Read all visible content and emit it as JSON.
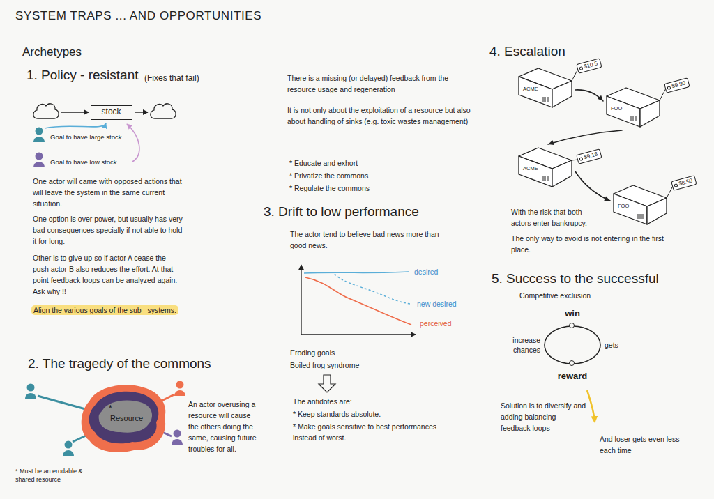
{
  "diagram": {
    "title": "SYSTEM TRAPS ... AND OPPORTUNITIES",
    "nodes": [
      {
        "text": [
          "stock"
        ]
      },
      {
        "text": [
          "*",
          "Resource"
        ]
      },
      {
        "text": [
          "ACME",
          "$10.5"
        ]
      },
      {
        "text": [
          "FOO",
          "$9.90"
        ]
      },
      {
        "text": [
          "ACME",
          "$9.18"
        ]
      },
      {
        "text": [
          "FOO",
          "$8.50"
        ]
      },
      {
        "text": [
          "win"
        ]
      },
      {
        "text": [
          "reward"
        ]
      }
    ],
    "edges": [
      {
        "from": 2,
        "to": 3,
        "arrow": "to"
      },
      {
        "from": 3,
        "to": 4,
        "arrow": "to"
      },
      {
        "from": 4,
        "to": 5,
        "arrow": "to"
      },
      {
        "from": 6,
        "to": 7,
        "label": "gets",
        "arrow": "none"
      },
      {
        "from": 7,
        "to": 6,
        "label": "increase chances",
        "arrow": "none"
      }
    ],
    "labels": [
      "Archetypes",
      "1. Policy - resistant",
      "(Fixes that fail)",
      "Goal to have large stock",
      "Goal to have low stock",
      "One actor will came with opposed actions that will leave the system in the same current situation.",
      "One option is over power, but usually has very bad consequences specially if not able to hold it for long.",
      "Other is to give up so if actor A cease the push actor B also reduces the effort. At that point feedback loops can be analyzed again. Ask why !!",
      "Align the various goals of the sub_ systems.",
      "2. The tragedy of the commons",
      "An actor overusing a resource will cause the others doing the same, causing future troubles for all.",
      "* Must be an erodable & shared resource",
      "There is a missing (or delayed) feedback from the resource usage and regeneration",
      "It is not only about the exploitation of a resource but also about handling of sinks (e.g. toxic wastes management)",
      "* Educate and exhort",
      "* Privatize the commons",
      "* Regulate the commons",
      "3. Drift to low performance",
      "The actor tend to believe bad news more than good news.",
      "desired",
      "new desired",
      "perceived",
      "Eroding goals",
      "Boiled frog syndrome",
      "The antidotes are:",
      "* Keep standards absolute.",
      "* Make goals sensitive to best performances instead of worst.",
      "4. Escalation",
      "With the risk that both actors enter bankrupcy.",
      "The only way to avoid is not entering in the first place.",
      "5. Success to the successful",
      "Competitive exclusion",
      "Solution is to diversify and adding balancing feedback loops",
      "And loser gets even less each time"
    ]
  }
}
